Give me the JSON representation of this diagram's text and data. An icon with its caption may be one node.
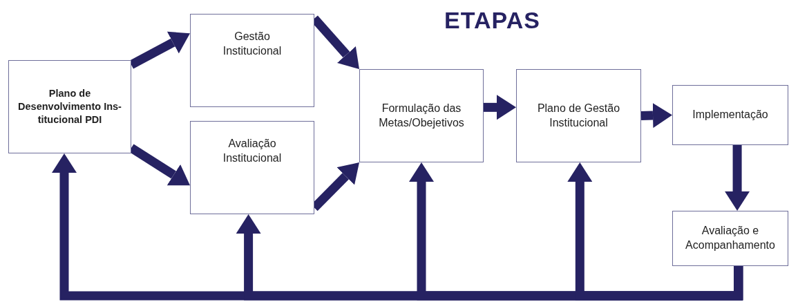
{
  "diagram": {
    "title": "ETAPAS",
    "nodes": [
      {
        "text": [
          "Plano de Desenvolvimento Ins- titucional PDI"
        ]
      },
      {
        "text": [
          "Gestão Institucional"
        ]
      },
      {
        "text": [
          "Avaliação Institucional"
        ]
      },
      {
        "text": [
          "Formulação das Metas/Obejetivos"
        ]
      },
      {
        "text": [
          "Plano de Gestão Institucional"
        ]
      },
      {
        "text": [
          "Implementação"
        ]
      },
      {
        "text": [
          "Avaliação e Acompanhamento"
        ]
      }
    ],
    "edges": [
      {
        "from": 0,
        "to": 1,
        "arrow": "to"
      },
      {
        "from": 0,
        "to": 2,
        "arrow": "to"
      },
      {
        "from": 1,
        "to": 3,
        "arrow": "to"
      },
      {
        "from": 2,
        "to": 3,
        "arrow": "to"
      },
      {
        "from": 3,
        "to": 4,
        "arrow": "to"
      },
      {
        "from": 4,
        "to": 5,
        "arrow": "to"
      },
      {
        "from": 5,
        "to": 6,
        "arrow": "to"
      },
      {
        "from": 6,
        "to": 0,
        "arrow": "to"
      },
      {
        "from": 6,
        "to": 2,
        "arrow": "to"
      },
      {
        "from": 6,
        "to": 3,
        "arrow": "to"
      },
      {
        "from": 6,
        "to": 4,
        "arrow": "to"
      }
    ]
  }
}
